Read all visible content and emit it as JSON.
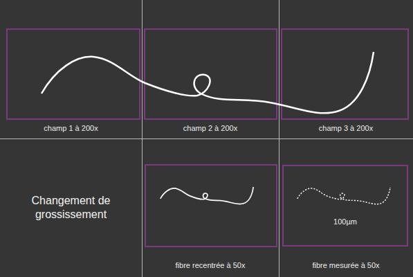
{
  "diagram": {
    "nodes": [
      {
        "text": [
          "champ 1 à 200x"
        ]
      },
      {
        "text": [
          "champ 2 à 200x"
        ]
      },
      {
        "text": [
          "champ 3 à 200x"
        ]
      },
      {
        "text": [
          "Changement de grossissement"
        ]
      },
      {
        "text": [
          "fibre recentrée à 50x"
        ]
      },
      {
        "text": [
          "fibre mesurée à 50x"
        ]
      },
      {
        "text": [
          "100µm"
        ],
        "in": 5
      }
    ]
  }
}
